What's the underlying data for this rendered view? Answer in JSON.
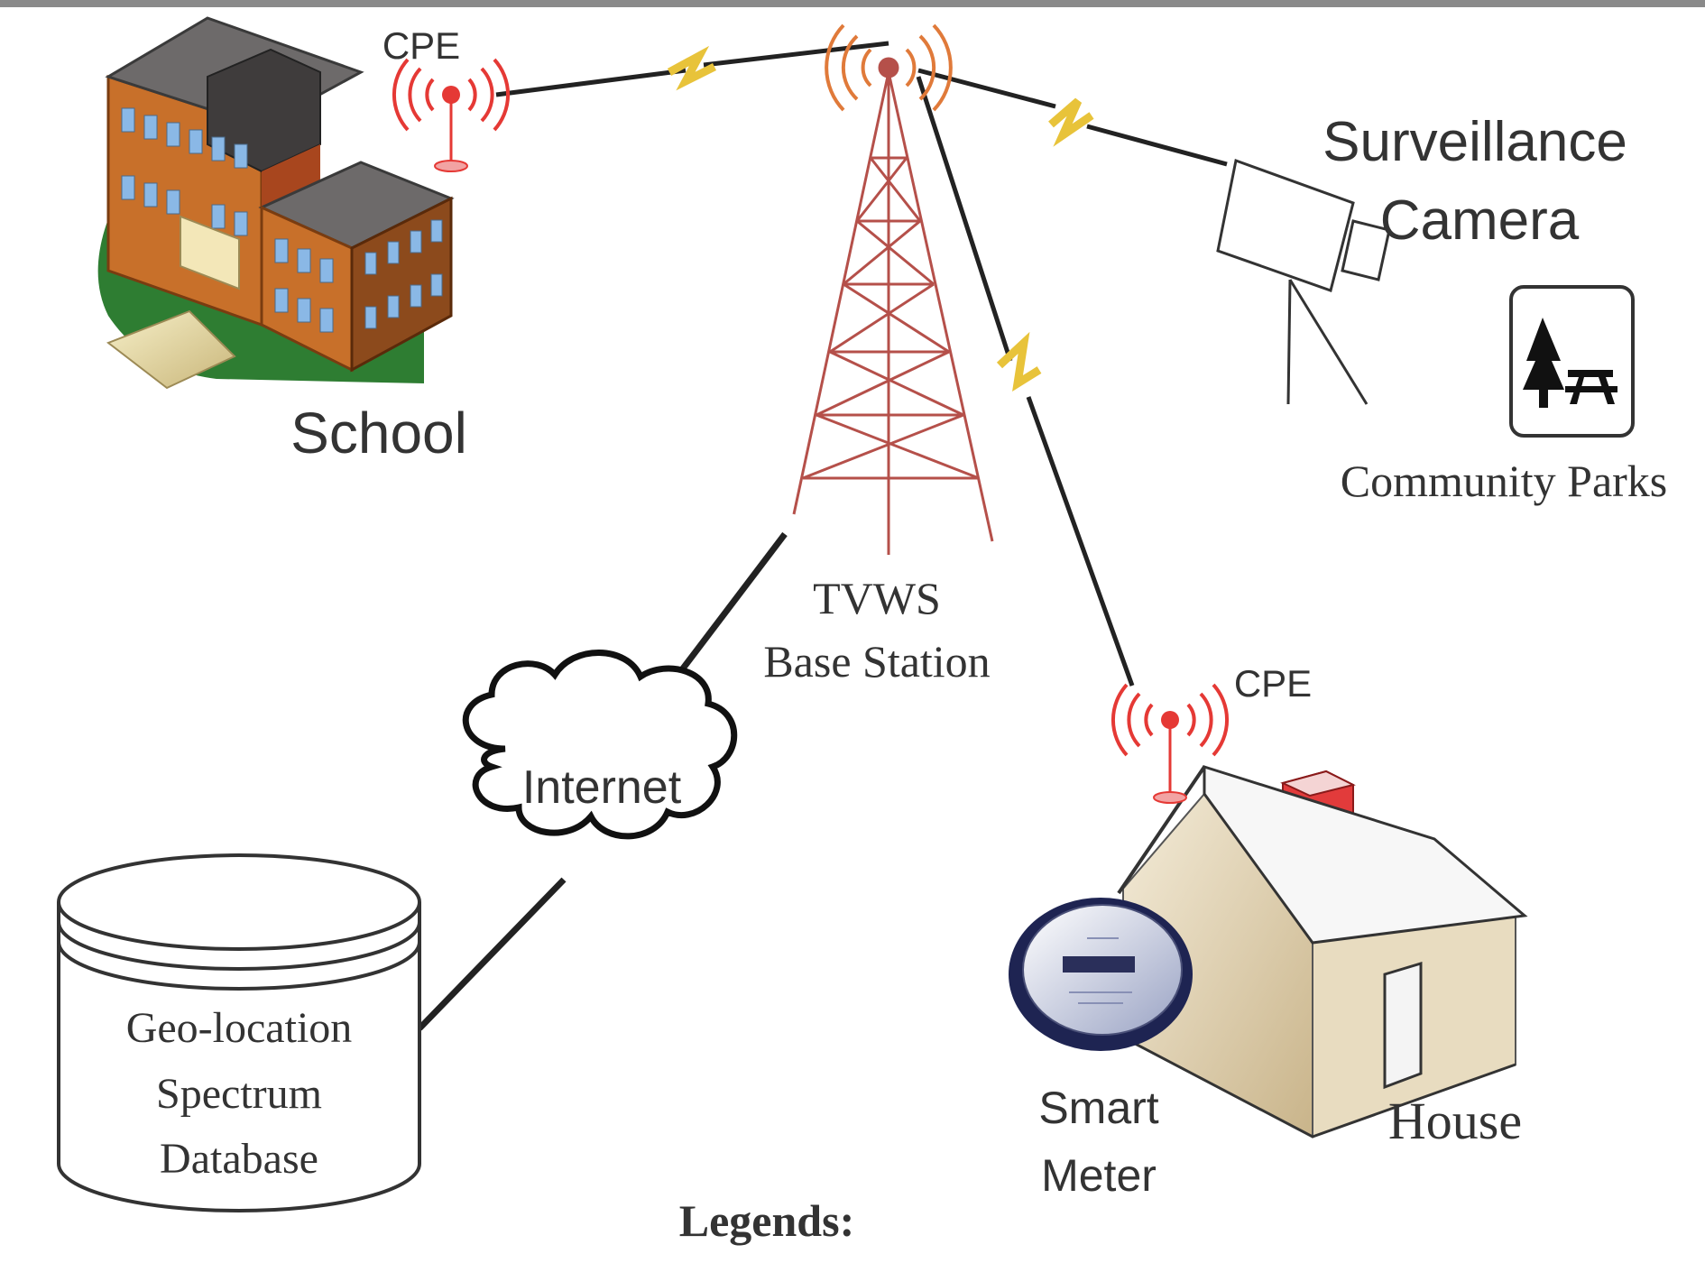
{
  "labels": {
    "cpe_school": "CPE",
    "school": "School",
    "tower_line1": "TVWS",
    "tower_line2": "Base Station",
    "surveillance_line1": "Surveillance",
    "surveillance_line2": "Camera",
    "community_parks": "Community Parks",
    "cpe_house": "CPE",
    "internet": "Internet",
    "db_line1": "Geo-location",
    "db_line2": "Spectrum",
    "db_line3": "Database",
    "smart_meter_line1": "Smart",
    "smart_meter_line2": "Meter",
    "house": "House",
    "legends": "Legends:"
  },
  "colors": {
    "background": "#ffffff",
    "tower": "#b5504a",
    "antenna_red": "#e53935",
    "lightning": "#e8c33a",
    "link": "#222222",
    "school_brick": "#c8702a",
    "school_roof": "#6d6a6a",
    "lawn": "#2e7d32",
    "house_wall": "#efe6d2",
    "house_roof": "#f7f7f7",
    "chimney": "#e23b3b"
  },
  "icons": [
    "wireless-antenna-icon",
    "school-building-icon",
    "transmission-tower-icon",
    "surveillance-camera-icon",
    "park-sign-icon",
    "cloud-icon",
    "database-cylinder-icon",
    "house-icon",
    "smart-meter-icon",
    "lightning-link-icon"
  ]
}
